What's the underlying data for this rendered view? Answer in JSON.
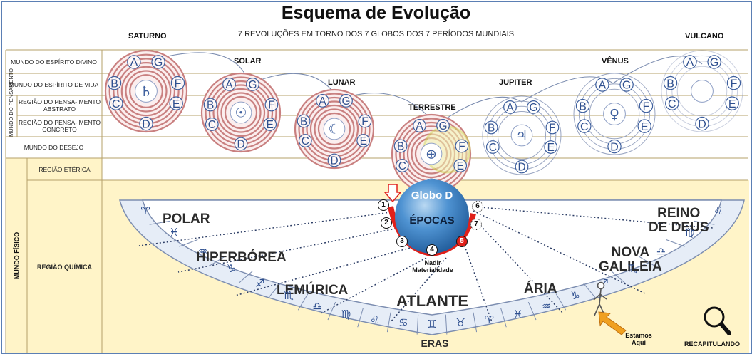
{
  "header": {
    "title": "Esquema de Evolução",
    "subtitle": "7 REVOLUÇÕES EM TORNO DOS 7 GLOBOS DOS 7 PERÍODOS MUNDIAIS"
  },
  "periods": {
    "saturno": "SATURNO",
    "solar": "SOLAR",
    "lunar": "LUNAR",
    "terrestre": "TERRESTRE",
    "jupiter": "JUPITER",
    "venus": "VÊNUS",
    "vulcano": "VULCANO"
  },
  "rows": {
    "espirito_divino": "MUNDO DO ESPÍRITO DIVINO",
    "espirito_vida": "MUNDO DO ESPÍRITO DE VIDA",
    "pensamento_group": "MUNDO DO PENSAMENTO",
    "pensa_abstrato": "REGIÃO DO PENSA- MENTO ABSTRATO",
    "pensa_concreto": "REGIÃO DO PENSA- MENTO CONCRETO",
    "desejo": "MUNDO DO DESEJO",
    "eterica": "REGIÃO ETÉRICA",
    "fisico_group": "MUNDO FÍSICO",
    "quimica": "REGIÃO QUÍMICA"
  },
  "globe_letters": {
    "A": "A",
    "B": "B",
    "C": "C",
    "D": "D",
    "E": "E",
    "F": "F",
    "G": "G"
  },
  "planet_symbols": {
    "saturno": "♄",
    "solar": "☉",
    "lunar": "☾",
    "terrestre": "⊕",
    "jupiter": "♃",
    "venus": "♀"
  },
  "globo": {
    "title": "Globo D",
    "epocas": "ÉPOCAS"
  },
  "epoch_numbers": [
    "1",
    "2",
    "3",
    "4",
    "5",
    "6",
    "7"
  ],
  "nadir": {
    "line1": "Nadir",
    "line2": "Materialidade"
  },
  "epochs": {
    "polar": "POLAR",
    "hiperborea": "HIPERBÓREA",
    "lemurica": "LEMÚRICA",
    "atlante": "ATLANTE",
    "aria": "ÁRIA",
    "nova_galileia": [
      "NOVA",
      "GALILEIA"
    ],
    "reino_de_deus": [
      "REINO",
      "DE DEUS"
    ]
  },
  "eras": "ERAS",
  "zodiac_signs": [
    "♈",
    "♓",
    "♒",
    "♑",
    "♐",
    "♏",
    "♎",
    "♍",
    "♌",
    "♋",
    "♊",
    "♉",
    "♈",
    "♓",
    "♒",
    "♑",
    "♐",
    "♏",
    "♎",
    "♍",
    "♌"
  ],
  "estamos_aqui": [
    "Estamos",
    "Aqui"
  ],
  "recapitulando": "RECAPITULANDO",
  "colors": {
    "band_yellow": "#fff4c8",
    "band_line": "#c9a85c",
    "ring_red": "#c98080",
    "ring_gray": "#9aa6c2",
    "arc_red": "#e0201a",
    "globe_blue": "#3f82c6",
    "arrow_orange": "#f0a020",
    "border_blue": "#5b7fb4"
  }
}
